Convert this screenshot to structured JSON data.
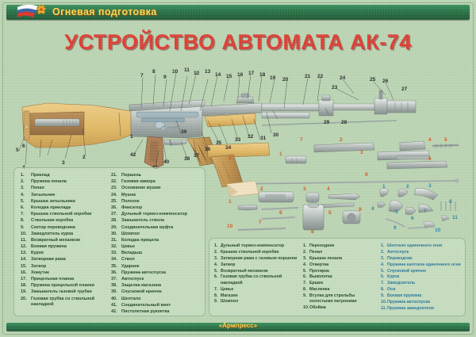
{
  "header": {
    "banner_label": "Огневая подготовка",
    "emblem_icon": "russian-flag-eagle-emblem"
  },
  "title": "УСТРОЙСТВО АВТОМАТА АК-74",
  "footer": {
    "publisher": "«Армпресс»"
  },
  "colors": {
    "background": "#b9d4b0",
    "banner_green": "#1d6b3d",
    "banner_text": "#ffd94a",
    "title_red": "#e03127",
    "legend_text": "#123b16",
    "cyan_number": "#1b6f94",
    "orange_number": "#d4510f",
    "wood": "#e0b55f",
    "metal": "#b9bfbd"
  },
  "main_legend": {
    "column1": [
      {
        "n": "1.",
        "t": "Приклад"
      },
      {
        "n": "2.",
        "t": "Пружина пенала"
      },
      {
        "n": "3.",
        "t": "Пенал"
      },
      {
        "n": "4.",
        "t": "Затыльник"
      },
      {
        "n": "5.",
        "t": "Крышка затыльника"
      },
      {
        "n": "6.",
        "t": "Колодка приклада"
      },
      {
        "n": "7.",
        "t": "Крышка ствольной коробки"
      },
      {
        "n": "8.",
        "t": "Ствольная коробка"
      },
      {
        "n": "9.",
        "t": "Сектор переводчика"
      },
      {
        "n": "10.",
        "t": "Замедлитель курка"
      },
      {
        "n": "11.",
        "t": "Возвратный механизм"
      },
      {
        "n": "12.",
        "t": "Боевая пружина"
      },
      {
        "n": "13.",
        "t": "Курок"
      },
      {
        "n": "14.",
        "t": "Затворная рама"
      },
      {
        "n": "15.",
        "t": "Затвор"
      },
      {
        "n": "16.",
        "t": "Хомутик"
      },
      {
        "n": "17.",
        "t": "Прицельная планка"
      },
      {
        "n": "18.",
        "t": "Пружина прицельной планки"
      },
      {
        "n": "19.",
        "t": "Замыкатель газовой трубки"
      },
      {
        "n": "20.",
        "t": "Газовая трубка со ствольной накладкой"
      }
    ],
    "column2": [
      {
        "n": "21.",
        "t": "Поршень"
      },
      {
        "n": "22.",
        "t": "Газовая камора"
      },
      {
        "n": "23.",
        "t": "Основание мушки"
      },
      {
        "n": "24.",
        "t": "Мушка"
      },
      {
        "n": "25.",
        "t": "Полозок"
      },
      {
        "n": "26.",
        "t": "Фиксатор"
      },
      {
        "n": "27.",
        "t": "Дульный тормоз-компенсатор"
      },
      {
        "n": "28.",
        "t": "Замыкатель ствола"
      },
      {
        "n": "29.",
        "t": "Соединительная муфта"
      },
      {
        "n": "30.",
        "t": "Шомпол"
      },
      {
        "n": "31.",
        "t": "Колодка прицела"
      },
      {
        "n": "32.",
        "t": "Цевье"
      },
      {
        "n": "33.",
        "t": "Вкладыш"
      },
      {
        "n": "34.",
        "t": "Ствол"
      },
      {
        "n": "35.",
        "t": "Ударник"
      },
      {
        "n": "36.",
        "t": "Пружина автоспуска"
      },
      {
        "n": "37.",
        "t": "Автоспуск"
      },
      {
        "n": "38.",
        "t": "Защелка магазина"
      },
      {
        "n": "39.",
        "t": "Спусковой крючок"
      },
      {
        "n": "40.",
        "t": "Шептало"
      },
      {
        "n": "41.",
        "t": "Соединительный винт"
      },
      {
        "n": "42.",
        "t": "Пистолетная рукоятка"
      }
    ]
  },
  "parts_legend": {
    "column1": [
      {
        "n": "1.",
        "t": "Дульный тормоз-компенсатор"
      },
      {
        "n": "2.",
        "t": "Крышка ствольной коробки"
      },
      {
        "n": "3.",
        "t": "Затворная рама с газовым поршнем"
      },
      {
        "n": "4.",
        "t": "Затвор"
      },
      {
        "n": "5.",
        "t": "Возвратный механизм"
      },
      {
        "n": "6.",
        "t": "Газовая трубка со ствольной накладкой"
      },
      {
        "n": "7.",
        "t": "Цевье"
      },
      {
        "n": "8.",
        "t": "Магазин"
      },
      {
        "n": "9.",
        "t": "Шомпол"
      }
    ],
    "column2": [
      {
        "n": "1.",
        "t": "Переходник"
      },
      {
        "n": "2.",
        "t": "Пенал"
      },
      {
        "n": "3.",
        "t": "Крышка пенала"
      },
      {
        "n": "4.",
        "t": "Отвертка"
      },
      {
        "n": "5.",
        "t": "Протирка"
      },
      {
        "n": "6.",
        "t": "Выколотка"
      },
      {
        "n": "7.",
        "t": "Ершик"
      },
      {
        "n": "8.",
        "t": "Масленка"
      },
      {
        "n": "9.",
        "t": "Втулка для стрельбы холостыми патронами"
      },
      {
        "n": "10.",
        "t": "Обойма"
      }
    ],
    "column3": [
      {
        "n": "1.",
        "t": "Шептало одиночного огня"
      },
      {
        "n": "2.",
        "t": "Автоспуск"
      },
      {
        "n": "3.",
        "t": "Переводчик"
      },
      {
        "n": "4.",
        "t": "Пружина шептала одиночного огня"
      },
      {
        "n": "5.",
        "t": "Спусковой крючок"
      },
      {
        "n": "6.",
        "t": "Курок"
      },
      {
        "n": "7.",
        "t": "Замедлитель"
      },
      {
        "n": "8.",
        "t": "Оси"
      },
      {
        "n": "9.",
        "t": "Боевая пружина"
      },
      {
        "n": "10.",
        "t": "Пружина автоспуска"
      },
      {
        "n": "11.",
        "t": "Пружина замедлителя"
      }
    ]
  },
  "callouts": {
    "rifle": [
      "1",
      "2",
      "3",
      "4",
      "5",
      "6",
      "7",
      "8",
      "9",
      "10",
      "11",
      "12",
      "13",
      "14",
      "15",
      "16",
      "17",
      "18",
      "19",
      "20",
      "21",
      "22",
      "23",
      "24",
      "25",
      "26",
      "27",
      "28",
      "29",
      "30",
      "31",
      "32",
      "33",
      "34",
      "35",
      "36",
      "37",
      "38",
      "39",
      "40",
      "41",
      "42"
    ],
    "disassembled": [
      "1",
      "2",
      "3",
      "4",
      "5",
      "6",
      "7",
      "8",
      "9"
    ],
    "accessories": [
      "1",
      "2",
      "3",
      "4",
      "5",
      "6",
      "7",
      "8",
      "9",
      "10"
    ],
    "trigger_group": [
      "1",
      "2",
      "3",
      "4",
      "5",
      "6",
      "7",
      "8",
      "9",
      "10",
      "11"
    ]
  }
}
